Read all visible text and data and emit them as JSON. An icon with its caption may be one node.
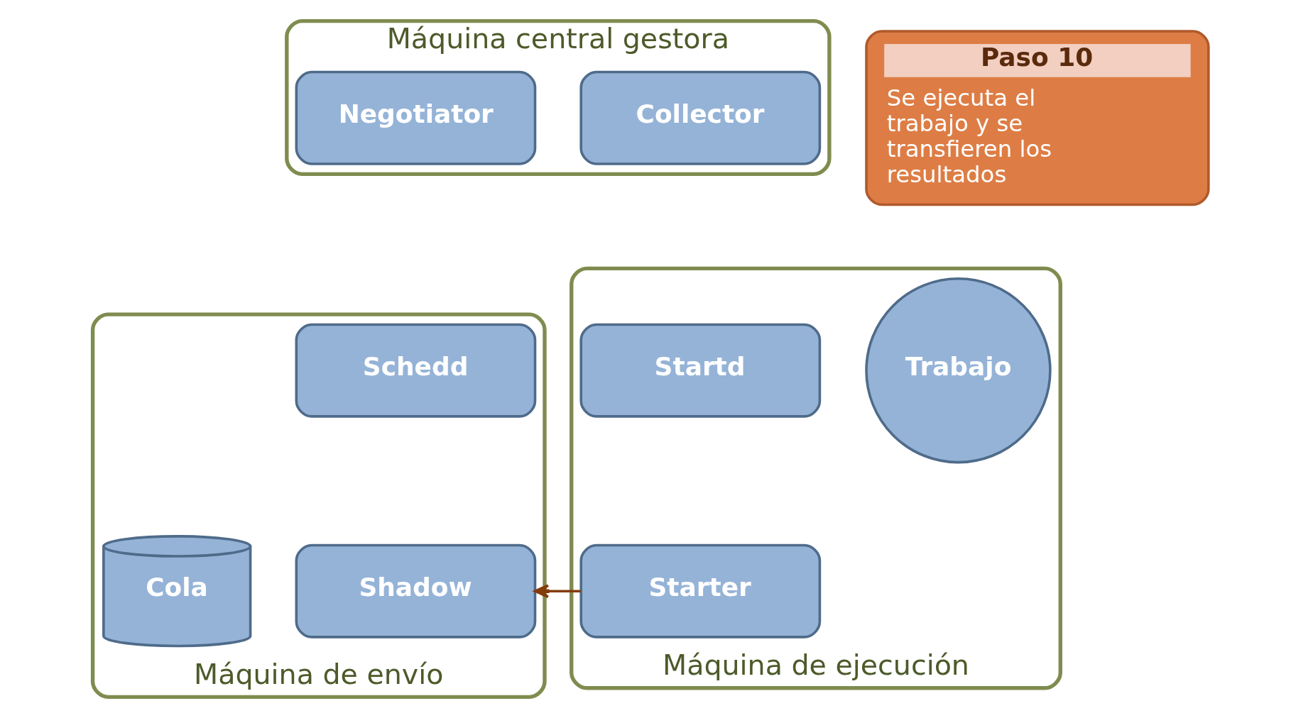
{
  "diagram": {
    "nodes": [
      {
        "text": [
          "Máquina central gestora"
        ]
      },
      {
        "text": [
          "Negotiator"
        ],
        "in": 0
      },
      {
        "text": [
          "Collector"
        ],
        "in": 0
      },
      {
        "text": [
          "Paso 10",
          "Se ejecuta el trabajo y se transfieren los resultados"
        ]
      },
      {
        "text": [
          "Máquina de envío"
        ]
      },
      {
        "text": [
          "Schedd"
        ],
        "in": 4
      },
      {
        "text": [
          "Cola"
        ],
        "in": 4
      },
      {
        "text": [
          "Shadow"
        ],
        "in": 4
      },
      {
        "text": [
          "Máquina de ejecución"
        ]
      },
      {
        "text": [
          "Startd"
        ],
        "in": 8
      },
      {
        "text": [
          "Trabajo"
        ],
        "in": 8
      },
      {
        "text": [
          "Starter"
        ],
        "in": 8
      }
    ],
    "edges": [
      {
        "from": 11,
        "to": 7,
        "arrow": "to",
        "color": "#843c0c"
      }
    ]
  }
}
